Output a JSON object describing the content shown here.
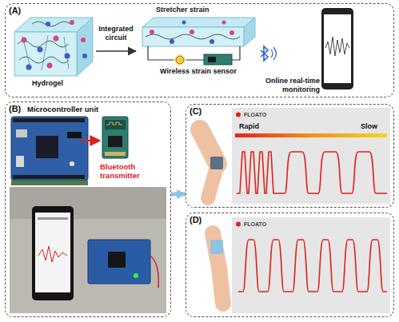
{
  "diagram": {
    "nodes": [
      {
        "text": [
          "(A)"
        ]
      },
      {
        "text": [
          "(B)"
        ]
      },
      {
        "text": [
          "(C)"
        ]
      },
      {
        "text": [
          "FLOATO",
          "Rapid",
          "Slow"
        ],
        "in": 2
      },
      {
        "text": [
          "(D)"
        ]
      },
      {
        "text": [
          "FLOATO"
        ],
        "in": 4
      }
    ],
    "edges": [
      {
        "from": 1,
        "to": 2,
        "arrow": "to"
      }
    ],
    "labels": [
      "Stretcher strain",
      "Hydrogel",
      "Integrated circuit",
      "Wireless strain sensor",
      "Online real-time monitoring",
      "Microcontroller unit",
      "Bluetooth transmitter"
    ]
  }
}
